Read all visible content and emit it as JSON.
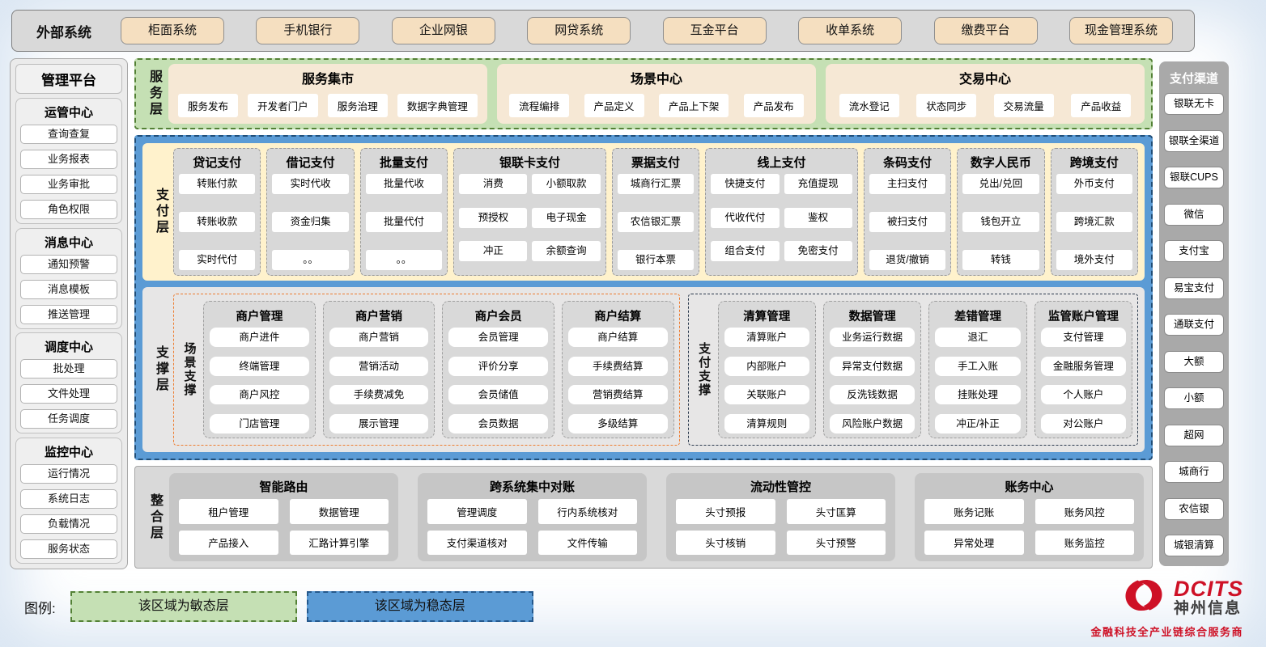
{
  "external": {
    "label": "外部系统",
    "items": [
      "柜面系统",
      "手机银行",
      "企业网银",
      "网贷系统",
      "互金平台",
      "收单系统",
      "缴费平台",
      "现金管理系统"
    ]
  },
  "management": {
    "title": "管理平台",
    "groups": [
      {
        "title": "运管中心",
        "items": [
          "查询查复",
          "业务报表",
          "业务审批",
          "角色权限"
        ]
      },
      {
        "title": "消息中心",
        "items": [
          "通知预警",
          "消息模板",
          "推送管理"
        ]
      },
      {
        "title": "调度中心",
        "items": [
          "批处理",
          "文件处理",
          "任务调度"
        ]
      },
      {
        "title": "监控中心",
        "items": [
          "运行情况",
          "系统日志",
          "负载情况",
          "服务状态"
        ]
      }
    ]
  },
  "service_layer": {
    "label": "服务层",
    "groups": [
      {
        "title": "服务集市",
        "items": [
          "服务发布",
          "开发者门户",
          "服务治理",
          "数据字典管理"
        ]
      },
      {
        "title": "场景中心",
        "items": [
          "流程编排",
          "产品定义",
          "产品上下架",
          "产品发布"
        ]
      },
      {
        "title": "交易中心",
        "items": [
          "流水登记",
          "状态同步",
          "交易流量",
          "产品收益"
        ]
      }
    ]
  },
  "payment_layer": {
    "label": "支付层",
    "columns": [
      {
        "title": "贷记支付",
        "items": [
          "转账付款",
          "转账收款",
          "实时代付"
        ]
      },
      {
        "title": "借记支付",
        "items": [
          "实时代收",
          "资金归集",
          "。。"
        ]
      },
      {
        "title": "批量支付",
        "items": [
          "批量代收",
          "批量代付",
          "。。"
        ]
      },
      {
        "title": "银联卡支付",
        "items": [
          "消费",
          "小额取款",
          "预授权",
          "电子现金",
          "冲正",
          "余额查询"
        ]
      },
      {
        "title": "票据支付",
        "items": [
          "城商行汇票",
          "农信银汇票",
          "银行本票"
        ]
      },
      {
        "title": "线上支付",
        "items": [
          "快捷支付",
          "充值提现",
          "代收代付",
          "鉴权",
          "组合支付",
          "免密支付"
        ]
      },
      {
        "title": "条码支付",
        "items": [
          "主扫支付",
          "被扫支付",
          "退货/撤销"
        ]
      },
      {
        "title": "数字人民币",
        "items": [
          "兑出/兑回",
          "钱包开立",
          "转钱"
        ]
      },
      {
        "title": "跨境支付",
        "items": [
          "外币支付",
          "跨境汇款",
          "境外支付"
        ]
      }
    ]
  },
  "support_layer": {
    "label": "支撑层",
    "sections": [
      {
        "label": "场景支撑",
        "columns": [
          {
            "title": "商户管理",
            "items": [
              "商户进件",
              "终端管理",
              "商户风控",
              "门店管理"
            ]
          },
          {
            "title": "商户营销",
            "items": [
              "商户营销",
              "营销活动",
              "手续费减免",
              "展示管理"
            ]
          },
          {
            "title": "商户会员",
            "items": [
              "会员管理",
              "评价分享",
              "会员储值",
              "会员数据"
            ]
          },
          {
            "title": "商户结算",
            "items": [
              "商户结算",
              "手续费结算",
              "营销费结算",
              "多级结算"
            ]
          }
        ]
      },
      {
        "label": "支付支撑",
        "columns": [
          {
            "title": "清算管理",
            "items": [
              "清算账户",
              "内部账户",
              "关联账户",
              "清算规则"
            ]
          },
          {
            "title": "数据管理",
            "items": [
              "业务运行数据",
              "异常支付数据",
              "反洗钱数据",
              "风险账户数据"
            ]
          },
          {
            "title": "差错管理",
            "items": [
              "退汇",
              "手工入账",
              "挂账处理",
              "冲正/补正"
            ]
          },
          {
            "title": "监管账户管理",
            "items": [
              "支付管理",
              "金融服务管理",
              "个人账户",
              "对公账户"
            ]
          }
        ]
      }
    ]
  },
  "integration_layer": {
    "label": "整合层",
    "groups": [
      {
        "title": "智能路由",
        "items": [
          "租户管理",
          "数据管理",
          "产品接入",
          "汇路计算引擎"
        ]
      },
      {
        "title": "跨系统集中对账",
        "items": [
          "管理调度",
          "行内系统核对",
          "支付渠道核对",
          "文件传输"
        ]
      },
      {
        "title": "流动性管控",
        "items": [
          "头寸预报",
          "头寸匡算",
          "头寸核销",
          "头寸预警"
        ]
      },
      {
        "title": "账务中心",
        "items": [
          "账务记账",
          "账务风控",
          "异常处理",
          "账务监控"
        ]
      }
    ]
  },
  "channels": {
    "title": "支付渠道",
    "items": [
      "银联无卡",
      "银联全渠道",
      "银联CUPS",
      "微信",
      "支付宝",
      "易宝支付",
      "通联支付",
      "大额",
      "小额",
      "超网",
      "城商行",
      "农信银",
      "城银清算"
    ]
  },
  "legend": {
    "label": "图例:",
    "agile": "该区域为敏态层",
    "stable": "该区域为稳态层"
  },
  "logo": {
    "brand": "DCITS",
    "name": "神州信息",
    "tagline": "金融科技全产业链综合服务商"
  },
  "colors": {
    "agile_green": "#C5E0B4",
    "stable_blue": "#5B9BD5",
    "payment_yellow": "#FFF2CC",
    "panel_gray": "#D9D9D9",
    "external_tan": "#F5DFC0",
    "scene_orange": "#ED7D31",
    "brand_red": "#CE1126"
  }
}
